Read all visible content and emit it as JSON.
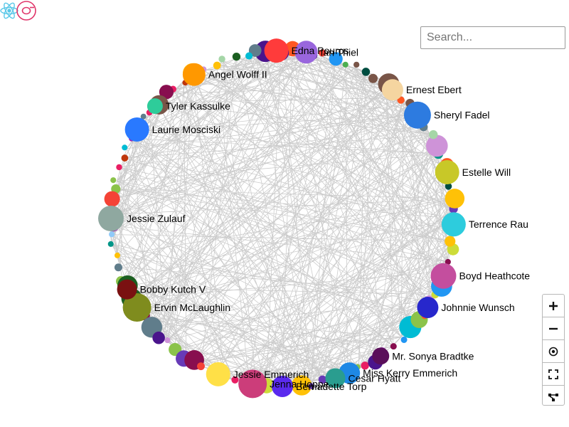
{
  "search": {
    "placeholder": "Search...",
    "value": ""
  },
  "controls": [
    {
      "name": "zoom-in-button",
      "icon": "plus-icon"
    },
    {
      "name": "zoom-out-button",
      "icon": "minus-icon"
    },
    {
      "name": "reset-view-button",
      "icon": "target-icon"
    },
    {
      "name": "fullscreen-button",
      "icon": "fullscreen-icon"
    },
    {
      "name": "layout-button",
      "icon": "graph-layout-icon"
    }
  ],
  "graph": {
    "edge_color": "#cccccc",
    "nodes": [
      {
        "label": "Edna Pouros",
        "color": "#ff3b3b",
        "size": 17,
        "angle": 92
      },
      {
        "label": "Ian Thiel",
        "color": "#9966dd",
        "size": 16,
        "angle": 82
      },
      {
        "label": "Ernest Ebert",
        "color": "#f5d5a0",
        "size": 15,
        "angle": 50
      },
      {
        "label": "Sheryl Fadel",
        "color": "#2d7be0",
        "size": 19,
        "angle": 38
      },
      {
        "label": "Estelle Will",
        "color": "#c8c828",
        "size": 17,
        "angle": 16
      },
      {
        "label": "Terrence Rau",
        "color": "#2dccdd",
        "size": 17,
        "angle": -2
      },
      {
        "label": "Boyd Heathcote",
        "color": "#c44e9e",
        "size": 18,
        "angle": -20
      },
      {
        "label": "Johnnie Wunsch",
        "color": "#2727cc",
        "size": 15,
        "angle": -32
      },
      {
        "label": "Mr. Sonya Bradtke",
        "color": "#5a0e5a",
        "size": 12,
        "angle": -55
      },
      {
        "label": "Miss Kerry Emmerich",
        "color": "#1e88e5",
        "size": 15,
        "angle": -67
      },
      {
        "label": "Cesar Hyatt",
        "color": "#2a9d8f",
        "size": 14,
        "angle": -72
      },
      {
        "label": "Bernadette Torp",
        "color": "#5a2aee",
        "size": 15,
        "angle": -90
      },
      {
        "label": "Jenna Hoppe",
        "color": "#cc3d7a",
        "size": 20,
        "angle": -100
      },
      {
        "label": "Jessie Emmerich",
        "color": "#ffe047",
        "size": 17,
        "angle": -112
      },
      {
        "label": "Ervin McLaughlin",
        "color": "#7f8c1e",
        "size": 20,
        "angle": -148
      },
      {
        "label": "Bobby Kutch V",
        "color": "#7a1111",
        "size": 14,
        "angle": -155
      },
      {
        "label": "Jessie Zulauf",
        "color": "#8fa8a0",
        "size": 18,
        "angle": 180
      },
      {
        "label": "Laurie Mosciski",
        "color": "#2979ff",
        "size": 17,
        "angle": 148
      },
      {
        "label": "Tyler Kassulke",
        "color": "#2ecc9a",
        "size": 11,
        "angle": 138
      },
      {
        "label": "Angel Wolff II",
        "color": "#ff9800",
        "size": 16,
        "angle": 121
      }
    ]
  }
}
